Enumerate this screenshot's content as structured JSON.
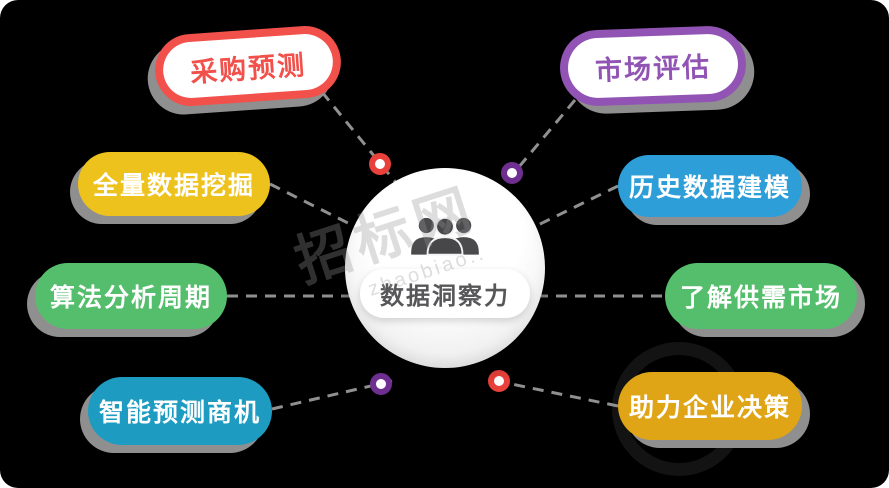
{
  "frame": {
    "background": "#000000"
  },
  "center": {
    "label": "数据洞察力",
    "icon": "people-group-icon"
  },
  "nodes": [
    {
      "id": "procurement-forecast",
      "label": "采购预测",
      "style": "outlined",
      "color": "#f2504b",
      "text_color": "#f2504b",
      "side": "left"
    },
    {
      "id": "full-data-mining",
      "label": "全量数据挖掘",
      "style": "solid",
      "color": "#eec21d",
      "text_color": "#ffffff",
      "side": "left"
    },
    {
      "id": "algorithm-cycle",
      "label": "算法分析周期",
      "style": "solid",
      "color": "#55be6c",
      "text_color": "#ffffff",
      "side": "left"
    },
    {
      "id": "smart-opportunity",
      "label": "智能预测商机",
      "style": "solid",
      "color": "#1e9bc0",
      "text_color": "#ffffff",
      "side": "left"
    },
    {
      "id": "market-assessment",
      "label": "市场评估",
      "style": "outlined",
      "color": "#9254b4",
      "text_color": "#9254b4",
      "side": "right"
    },
    {
      "id": "historical-modeling",
      "label": "历史数据建模",
      "style": "solid",
      "color": "#2d9ed8",
      "text_color": "#ffffff",
      "side": "right"
    },
    {
      "id": "supply-demand-market",
      "label": "了解供需市场",
      "style": "solid",
      "color": "#55be6c",
      "text_color": "#ffffff",
      "side": "right"
    },
    {
      "id": "enterprise-decision",
      "label": "助力企业决策",
      "style": "solid",
      "color": "#dfa517",
      "text_color": "#ffffff",
      "side": "right"
    }
  ],
  "connectors": {
    "line_color": "#909090",
    "dot_colors": {
      "top_left": "#e8403a",
      "top_right": "#6f2f91",
      "bottom_left": "#6f2f91",
      "bottom_right": "#e8403a"
    }
  },
  "watermark": {
    "line1": "招标网",
    "line2": "zhaobiao.."
  }
}
